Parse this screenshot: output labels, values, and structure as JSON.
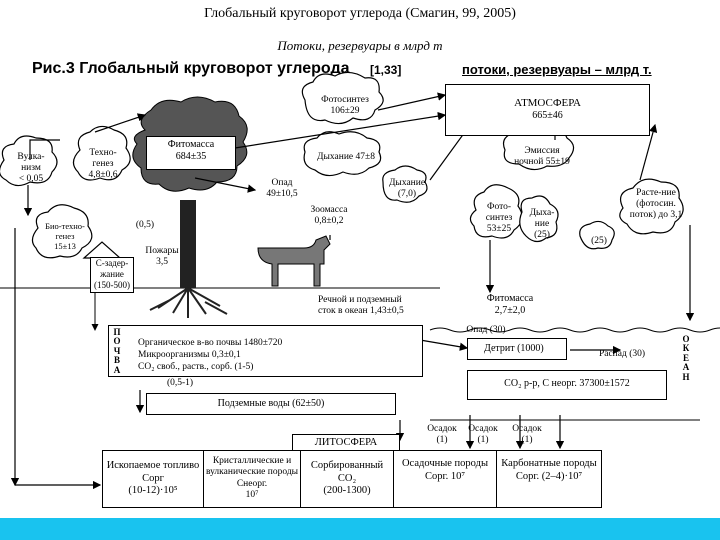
{
  "header": {
    "title": "Глобальный круговорот углерода (Смагин, 99, 2005)",
    "subtitle": "Потоки, резервуары в млрд т"
  },
  "figure": {
    "title": "Рис.3  Глобальный круговорот углерода",
    "ref": "[1,33]",
    "units": "потоки, резервуары – млрд т."
  },
  "atmosphere": {
    "name": "АТМОСФЕРА",
    "value": "665±46"
  },
  "phytomass_land": {
    "name": "Фитомасса",
    "value": "684±35"
  },
  "clouds": {
    "photosynthesis": {
      "name": "Фотосинтез",
      "value": "106±29"
    },
    "volcanoes": {
      "name": "Вулка-низм",
      "value": "< 0,05"
    },
    "technogenic": {
      "name": "Техно-генез",
      "value": "4,8±0,6"
    },
    "respiration": {
      "name": "Дыхание 47±8"
    },
    "respiration2": {
      "name": "Дыхание",
      "value": "(7,0)"
    },
    "emission": {
      "name": "Эмиссия",
      "value": "ночной 55±19"
    },
    "ocean_photosynthesis": {
      "name": "Фото-синтез",
      "value": "53±25"
    },
    "ocean_respiration": {
      "name": "Дыха-ние",
      "value": "(25)"
    },
    "ocean_small": {
      "value": "(25)"
    },
    "plants": {
      "name": "Расте-ние",
      "value": "(фотосин. поток) до 3,1"
    },
    "biotech": {
      "name": "Био-техно-генез",
      "value": "15±13"
    },
    "fires": {
      "name": "Пожары",
      "value": "3,5"
    }
  },
  "labels": {
    "litter": "Опад 49±10,5",
    "zoomass": "Зоомасса 0,8±0,2",
    "fires_flow": "(0,5)",
    "river": "Речной и подземный сток в океан 1,43±0,5",
    "c_reservoir": "С-задер-жание (150-500)",
    "to_groundwater": "(0,5-1)",
    "litter_ocean": "Опад (30)"
  },
  "soil": {
    "vertical": [
      "П",
      "О",
      "Ч",
      "В",
      "А"
    ],
    "lines": [
      "Органическое в-во почвы 1480±720",
      "Микроорганизмы 0,3±0,1",
      "CO₂ своб., раств., сорб. (1-5)"
    ]
  },
  "groundwater": {
    "name": "Подземные воды (62±50)"
  },
  "ocean": {
    "vertical": [
      "О",
      "К",
      "Е",
      "А",
      "Н"
    ],
    "phytomass": {
      "name": "Фитомасса",
      "value": "2,7±2,0"
    },
    "detritus": "Детрит (1000)",
    "decay": "Распад (30)",
    "co2": "CO₂ р-р, С неорг. 37300±1572",
    "sediments": [
      {
        "name": "Осадок",
        "value": "(1)"
      },
      {
        "name": "Осадок",
        "value": "(1)"
      },
      {
        "name": "Осадок",
        "value": "(1)"
      }
    ]
  },
  "lithosphere": {
    "name": "ЛИТОСФЕРА",
    "cells": [
      {
        "line1": "Ископаемое топливо",
        "line2": "Сорг",
        "line3": "(10-12)·10⁵"
      },
      {
        "line1": "Кристаллические и вулканические породы Снеорг.",
        "line2": "10⁷",
        "line3": ""
      },
      {
        "line1": "Сорбированный",
        "line2": "CO₂",
        "line3": "(200-1300)"
      },
      {
        "line1": "Осадочные породы",
        "line2": "Сорг. 10⁷",
        "line3": ""
      },
      {
        "line1": "Карбонатные породы",
        "line2": "Сорг. (2–4)·10⁷",
        "line3": ""
      }
    ]
  },
  "colors": {
    "bottom_bar": "#19c3ef"
  }
}
